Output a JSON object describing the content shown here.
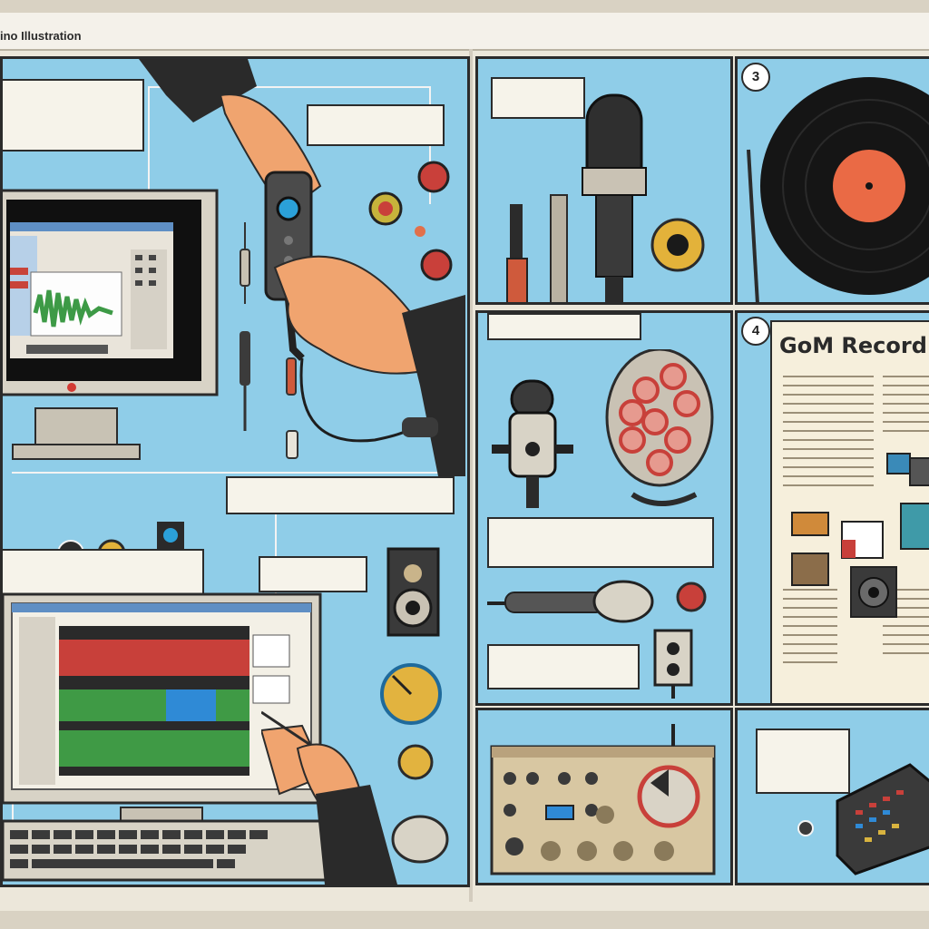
{
  "header": {
    "title": "ino Illustration"
  },
  "panel_numbers": {
    "p3": "3",
    "p4": "4"
  },
  "gom_panel": {
    "title": "GoM Record"
  },
  "vinyl": {
    "label_line1": "",
    "label_line2": ""
  },
  "colors": {
    "panel_blue": "#8fcde8",
    "ink": "#2b2b2b",
    "paper": "#f6f3ea",
    "record_orange": "#ea6a45"
  },
  "icons": [
    "computer-monitor-icon",
    "audio-recorder-icon",
    "microphone-icon",
    "vinyl-record-icon",
    "speaker-icon",
    "mixer-icon",
    "keyboard-icon",
    "mouse-icon",
    "waveform-icon"
  ]
}
